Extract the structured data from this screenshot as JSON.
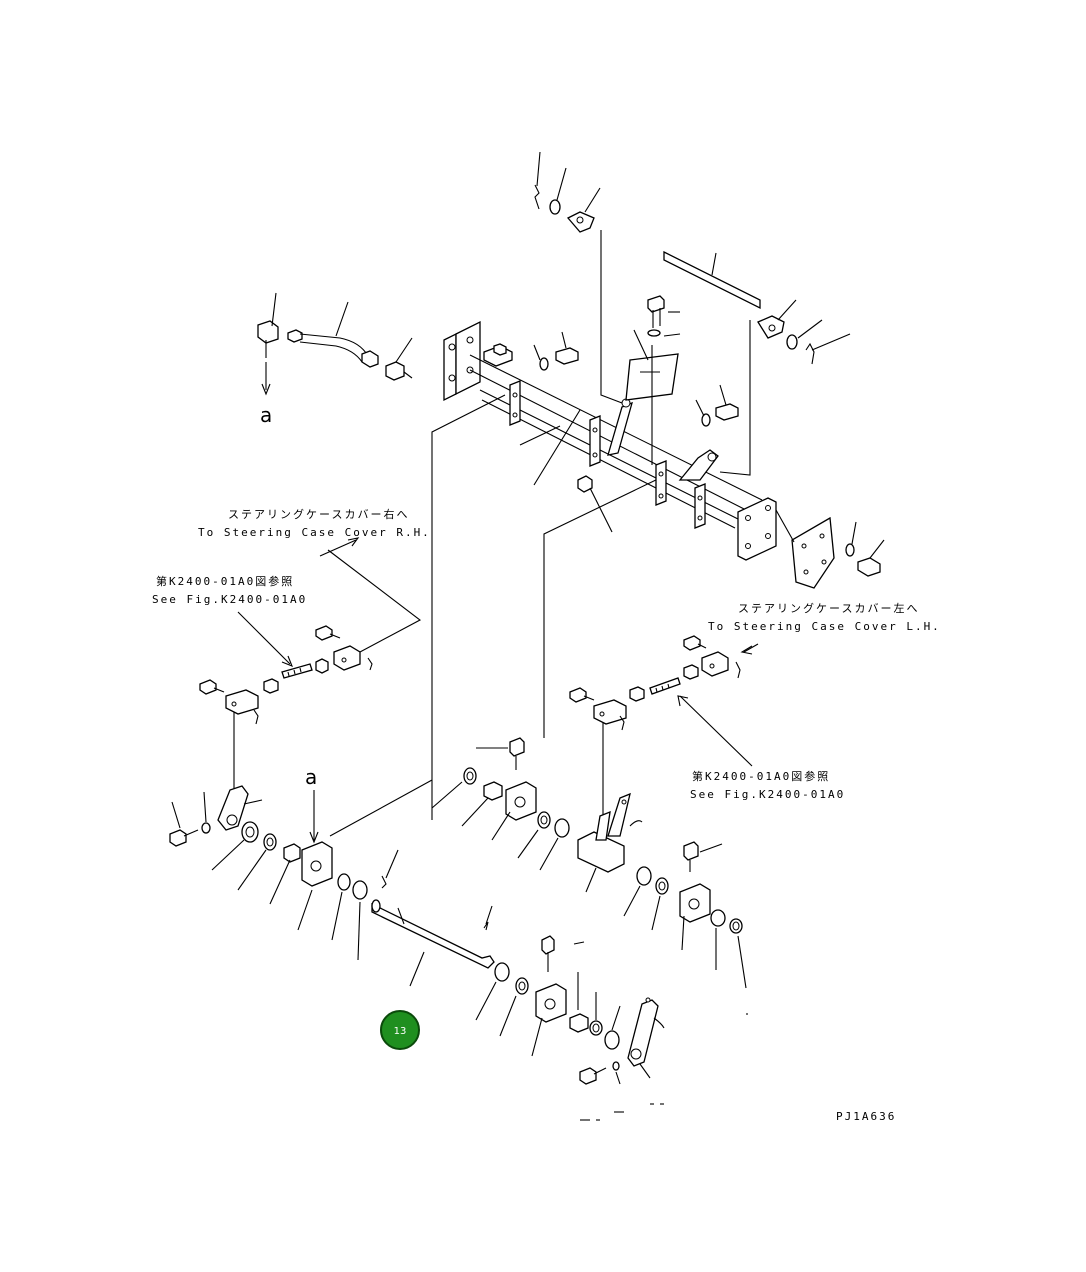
{
  "labels": {
    "rh_jp": "ステアリングケースカバー右へ",
    "rh_en": "To Steering Case Cover R.H.",
    "lh_jp": "ステアリングケースカバー左へ",
    "lh_en": "To Steering Case Cover L.H.",
    "fig_ref_left_jp": "第K2400-01A0図参照",
    "fig_ref_left_en": "See Fig.K2400-01A0",
    "fig_ref_right_jp": "第K2400-01A0図参照",
    "fig_ref_right_en": "See Fig.K2400-01A0",
    "marker_a_top": "a",
    "marker_a_bottom": "a",
    "drawing_number": "PJ1A636"
  },
  "badge": {
    "text": "13",
    "color": "#1f8f1f"
  }
}
